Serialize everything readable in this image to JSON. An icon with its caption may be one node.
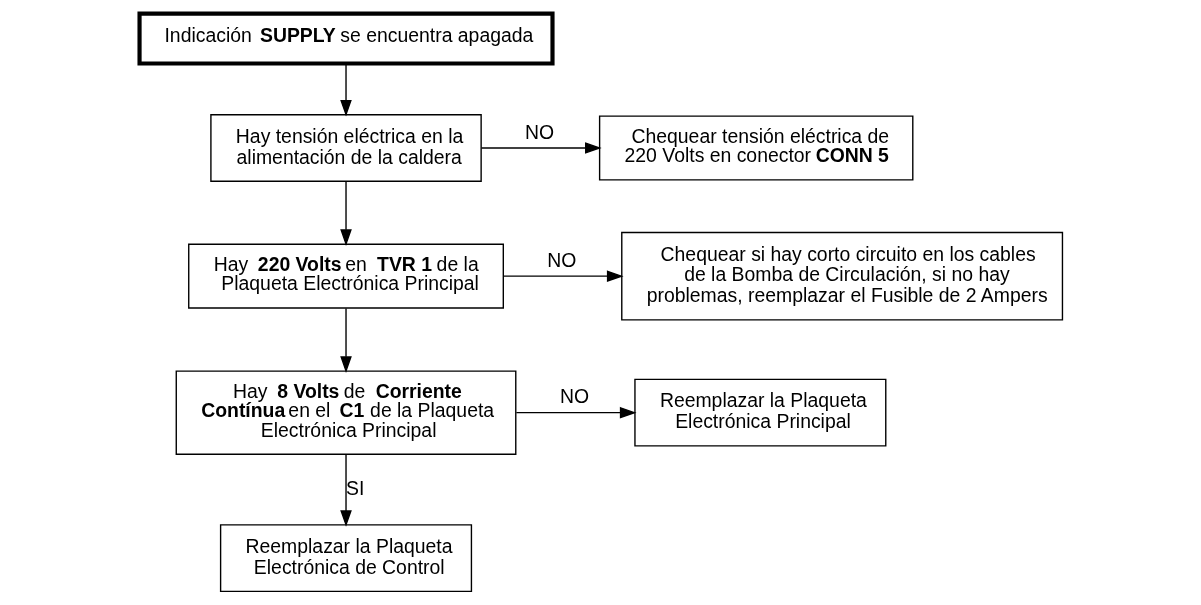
{
  "diagram": {
    "nodes": [
      {
        "text": [
          "Indicación **SUPPLY** se encuentra apagada"
        ]
      },
      {
        "text": [
          "Hay tensión eléctrica en la alimentación de la caldera"
        ]
      },
      {
        "text": [
          "Chequear tensión eléctrica de 220 Volts en conector **CONN 5**"
        ]
      },
      {
        "text": [
          "Hay **220 Volts** en **TVR 1** de la Plaqueta Electrónica Principal"
        ]
      },
      {
        "text": [
          "Chequear si hay corto circuito en los cables de la Bomba de Circulación, si no hay problemas, reemplazar el Fusible de 2 Ampers"
        ]
      },
      {
        "text": [
          "Hay **8 Volts** de **Corriente Contínua** en el **C1** de la Plaqueta Electrónica Principal"
        ]
      },
      {
        "text": [
          "Reemplazar la Plaqueta Electrónica Principal"
        ]
      },
      {
        "text": [
          "Reemplazar la Plaqueta Electrónica de Control"
        ]
      }
    ],
    "edges": [
      {
        "from": 0,
        "to": 1,
        "arrow": "to"
      },
      {
        "from": 1,
        "to": 2,
        "label": "NO",
        "arrow": "to"
      },
      {
        "from": 1,
        "to": 3,
        "arrow": "to"
      },
      {
        "from": 3,
        "to": 4,
        "label": "NO",
        "arrow": "to"
      },
      {
        "from": 3,
        "to": 5,
        "arrow": "to"
      },
      {
        "from": 5,
        "to": 6,
        "label": "NO",
        "arrow": "to"
      },
      {
        "from": 5,
        "to": 7,
        "label": "SI",
        "arrow": "to"
      }
    ]
  }
}
